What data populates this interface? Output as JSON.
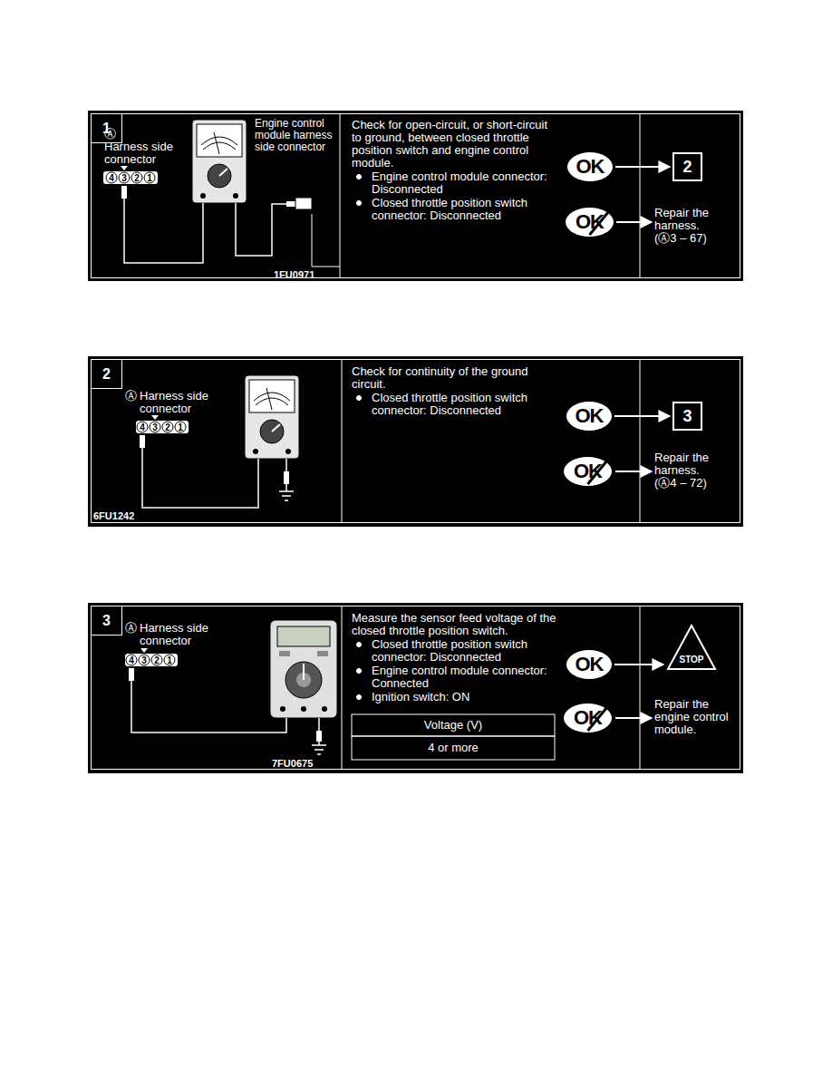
{
  "diagram": {
    "nodes": [
      {
        "text": [
          "Check for open-circuit, or short-circuit to ground, between closed throttle position switch and engine control module.",
          "Engine control module connector: Disconnected",
          "Closed throttle position switch connector: Disconnected"
        ]
      },
      {
        "text": [
          "1"
        ],
        "in": 0
      },
      {
        "text": [
          "OK"
        ],
        "in": 0
      },
      {
        "text": [
          "OK"
        ],
        "in": 0
      },
      {
        "text": [
          "2"
        ],
        "in": 0
      },
      {
        "text": [
          "Check for continuity of the ground circuit.",
          "Closed throttle position switch connector: Disconnected"
        ]
      },
      {
        "text": [
          "2"
        ],
        "in": 5
      },
      {
        "text": [
          "OK"
        ],
        "in": 5
      },
      {
        "text": [
          "OK"
        ],
        "in": 5
      },
      {
        "text": [
          "3"
        ],
        "in": 5
      },
      {
        "text": [
          "Measure the sensor feed voltage of the closed throttle position switch.",
          "Closed throttle position switch connector: Disconnected",
          "Engine control module connector: Connected",
          "Ignition switch: ON"
        ]
      },
      {
        "text": [
          "3"
        ],
        "in": 10
      },
      {
        "text": [
          "OK"
        ],
        "in": 10
      },
      {
        "text": [
          "OK"
        ],
        "in": 10
      },
      {
        "text": [
          "STOP"
        ],
        "in": 10
      }
    ],
    "edges": [
      {
        "from": 2,
        "to": 4,
        "arrow": "to"
      },
      {
        "from": 7,
        "to": 9,
        "arrow": "to"
      },
      {
        "from": 12,
        "to": 14,
        "arrow": "to"
      }
    ],
    "labels": [
      "Ⓐ",
      "Harness side connector",
      "4",
      "3",
      "2",
      "1",
      "Engine control module harness side connector",
      "1FU0971",
      "Repair the harness. (Ⓐ3 – 67)",
      "Ⓐ",
      "Harness side connector",
      "4",
      "3",
      "2",
      "1",
      "6FU1242",
      "Repair the harness. (Ⓐ4 – 72)",
      "Ⓐ",
      "Harness side connector",
      "4",
      "3",
      "2",
      "1",
      "7FU0675",
      "Voltage (V)",
      "4 or more",
      "Repair the engine control module."
    ]
  }
}
